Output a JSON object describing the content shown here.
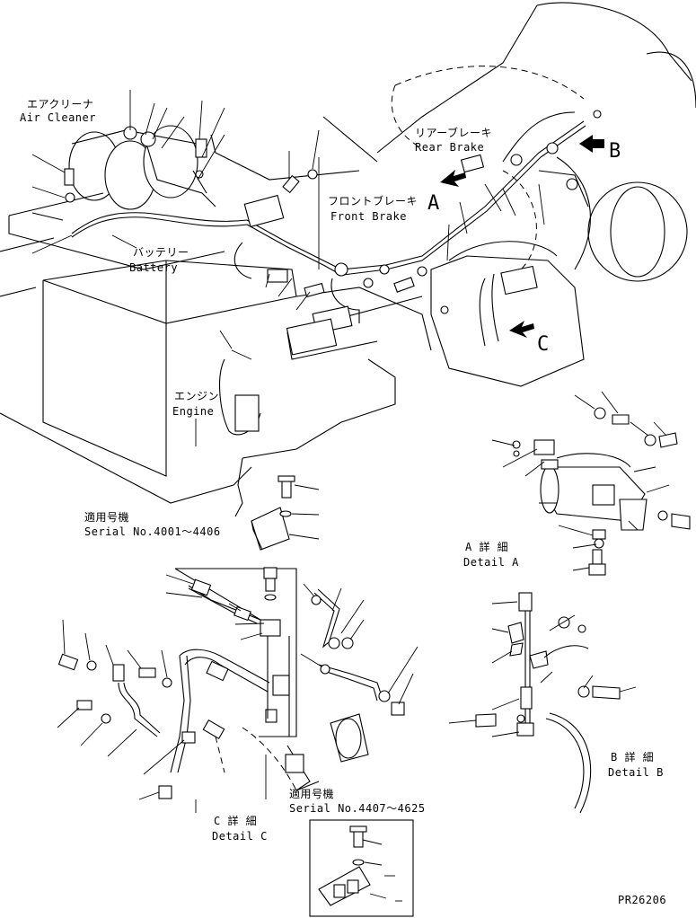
{
  "labels": {
    "air_cleaner_jp": "エアクリーナ",
    "air_cleaner_en": "Air Cleaner",
    "battery_jp": "バッテリー",
    "battery_en": "Battery",
    "engine_jp": "エンジン",
    "engine_en": "Engine",
    "rear_brake_jp": "リアーブレーキ",
    "rear_brake_en": "Rear Brake",
    "front_brake_jp": "フロントブレーキ",
    "front_brake_en": "Front Brake",
    "serial_top_jp": "適用号機",
    "serial_top_en": "Serial No.4001～4406",
    "serial_bottom_jp": "適用号機",
    "serial_bottom_en": "Serial No.4407～4625",
    "detail_a_jp": "A 詳 細",
    "detail_a_en": "Detail A",
    "detail_b_jp": "B 詳 細",
    "detail_b_en": "Detail B",
    "detail_c_jp": "C 詳 細",
    "detail_c_en": "Detail C",
    "marker_a": "A",
    "marker_b": "B",
    "marker_c": "C",
    "drawing_code": "PR26206"
  }
}
